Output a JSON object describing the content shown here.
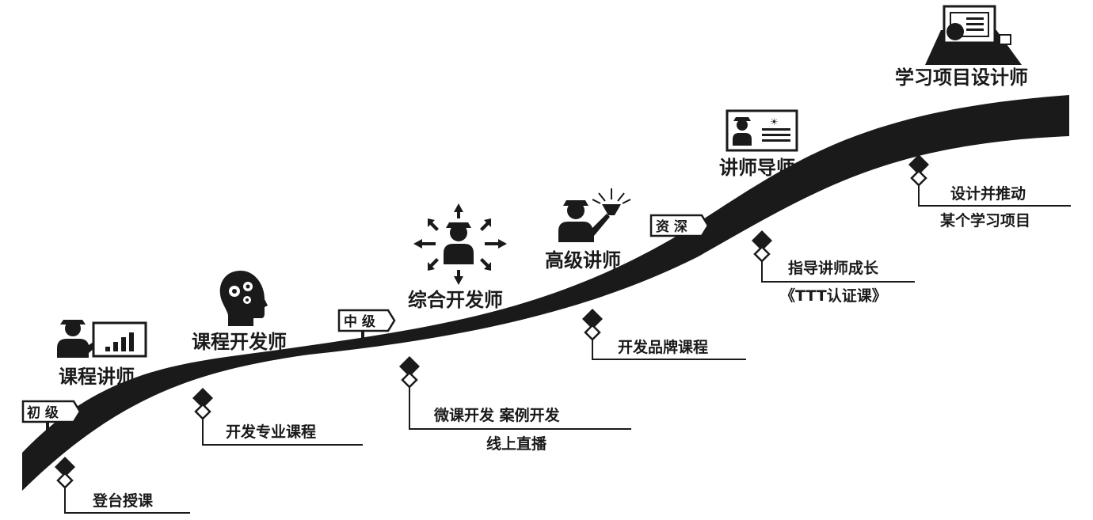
{
  "levels": [
    {
      "label": "初 级"
    },
    {
      "label": "中 级"
    },
    {
      "label": "资 深"
    }
  ],
  "roles": [
    {
      "label": "课程讲师",
      "icon": "presenter-chart-icon"
    },
    {
      "label": "课程开发师",
      "icon": "head-gears-icon"
    },
    {
      "label": "综合开发师",
      "icon": "person-arrows-icon"
    },
    {
      "label": "高级讲师",
      "icon": "person-torch-icon"
    },
    {
      "label": "讲师导师",
      "icon": "id-card-icon"
    },
    {
      "label": "学习项目设计师",
      "icon": "person-computer-icon"
    }
  ],
  "tasks": [
    {
      "lines": [
        "登台授课"
      ]
    },
    {
      "lines": [
        "开发专业课程"
      ]
    },
    {
      "lines": [
        "微课开发    案例开发",
        "线上直播"
      ]
    },
    {
      "lines": [
        "开发品牌课程"
      ]
    },
    {
      "lines": [
        "指导讲师成长",
        "《TTT认证课》"
      ]
    },
    {
      "lines": [
        "设计并推动",
        "某个学习项目"
      ]
    }
  ],
  "colors": {
    "ink": "#1a1a1a",
    "background": "#ffffff"
  }
}
